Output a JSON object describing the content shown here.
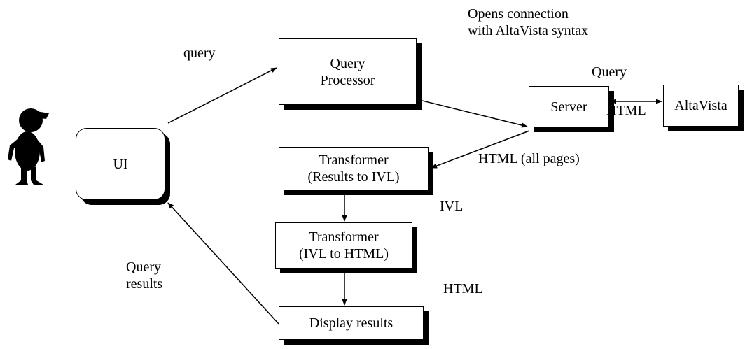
{
  "nodes": {
    "ui": "UI",
    "query_processor": "Query\nProcessor",
    "server": "Server",
    "altavista": "AltaVista",
    "transformer_results": "Transformer\n(Results to IVL)",
    "transformer_ivl": "Transformer\n(IVL to HTML)",
    "display_results": "Display results"
  },
  "edge_labels": {
    "query": "query",
    "opens_connection": "Opens connection\nwith  AltaVista syntax",
    "query_to_altavista": "Query",
    "html_from_altavista": "HTML",
    "html_all_pages": "HTML (all pages)",
    "ivl": "IVL",
    "html_display": "HTML",
    "query_results": "Query\nresults"
  },
  "user_icon": "person-icon"
}
